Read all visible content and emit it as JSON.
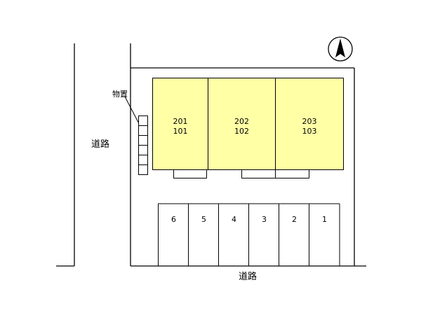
{
  "roads": {
    "west_label": "道路",
    "south_label": "道路"
  },
  "storage": {
    "label": "物置",
    "cells": 6
  },
  "units": [
    {
      "upper": "201",
      "lower": "101",
      "color": "#ffffa6"
    },
    {
      "upper": "202",
      "lower": "102",
      "color": "#ffffa6"
    },
    {
      "upper": "203",
      "lower": "103",
      "color": "#ffffa6"
    }
  ],
  "parking": [
    "6",
    "5",
    "4",
    "3",
    "2",
    "1"
  ],
  "compass": {
    "icon": "north-arrow-icon"
  }
}
